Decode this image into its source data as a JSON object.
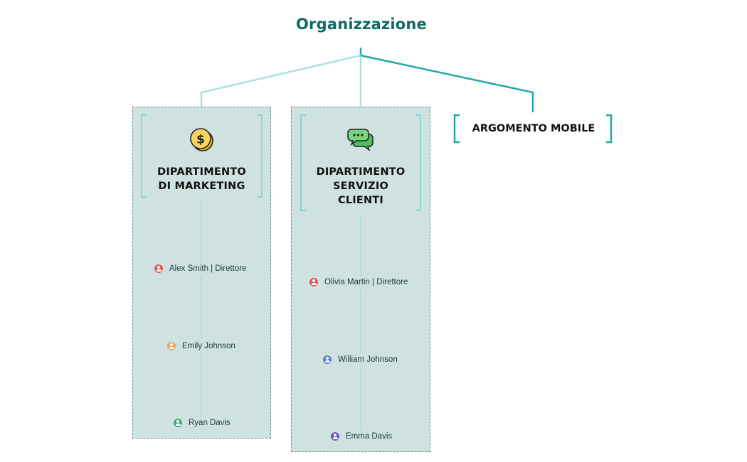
{
  "root": {
    "title": "Organizzazione"
  },
  "departments": [
    {
      "title": "DIPARTIMENTO\nDI MARKETING",
      "icon": "dollar-coin-icon",
      "members": [
        {
          "name": "Alex Smith | Direttore",
          "color": "#e4575b"
        },
        {
          "name": "Emily Johnson",
          "color": "#f0a35a"
        },
        {
          "name": "Ryan Davis",
          "color": "#3cae7a"
        }
      ]
    },
    {
      "title": "DIPARTIMENTO\nSERVIZIO\nCLIENTI",
      "icon": "chat-bubbles-icon",
      "members": [
        {
          "name": "Olivia Martin | Direttore",
          "color": "#e4575b"
        },
        {
          "name": "William Johnson",
          "color": "#5b7fe0"
        },
        {
          "name": "Emma Davis",
          "color": "#6a58c6"
        }
      ]
    }
  ],
  "floating": {
    "title": "ARGOMENTO MOBILE"
  },
  "colors": {
    "accent": "#0e6b63",
    "connector_light": "#a8e3e3",
    "connector_dark": "#1fa9a3",
    "box_fill": "#cfe2e0"
  }
}
